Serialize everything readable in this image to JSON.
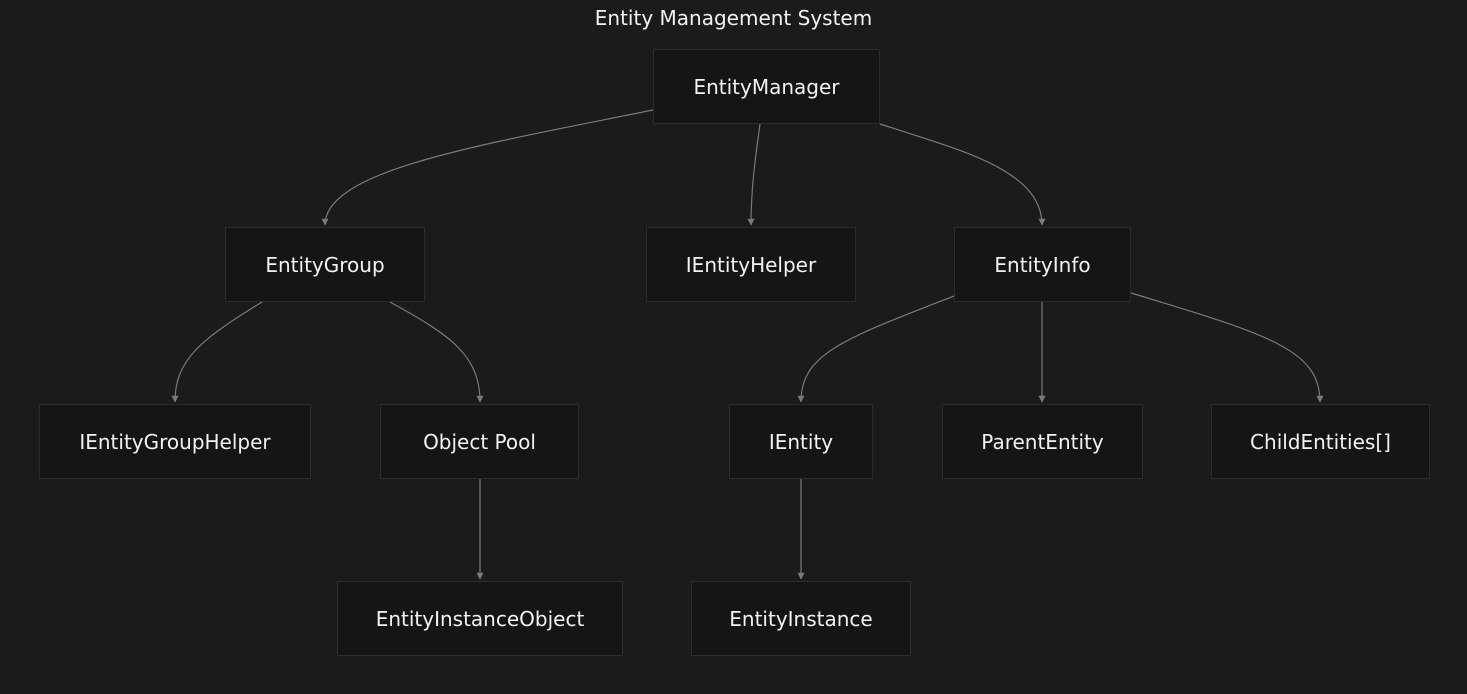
{
  "diagram": {
    "title": "Entity Management System",
    "nodes": {
      "entity_manager": "EntityManager",
      "entity_group": "EntityGroup",
      "ientity_helper": "IEntityHelper",
      "entity_info": "EntityInfo",
      "ientity_group_helper": "IEntityGroupHelper",
      "object_pool": "Object Pool",
      "ientity": "IEntity",
      "parent_entity": "ParentEntity",
      "child_entities": "ChildEntities[]",
      "entity_instance_object": "EntityInstanceObject",
      "entity_instance": "EntityInstance"
    },
    "edges": [
      {
        "from": "entity_manager",
        "to": "entity_group"
      },
      {
        "from": "entity_manager",
        "to": "ientity_helper"
      },
      {
        "from": "entity_manager",
        "to": "entity_info"
      },
      {
        "from": "entity_group",
        "to": "ientity_group_helper"
      },
      {
        "from": "entity_group",
        "to": "object_pool"
      },
      {
        "from": "object_pool",
        "to": "entity_instance_object"
      },
      {
        "from": "entity_info",
        "to": "ientity"
      },
      {
        "from": "entity_info",
        "to": "parent_entity"
      },
      {
        "from": "entity_info",
        "to": "child_entities"
      },
      {
        "from": "ientity",
        "to": "entity_instance"
      }
    ],
    "colors": {
      "background": "#1b1b1b",
      "node_fill": "#151515",
      "node_border": "#2c2c2c",
      "text": "#f2f2f2",
      "edge": "#7a7a7a"
    }
  }
}
